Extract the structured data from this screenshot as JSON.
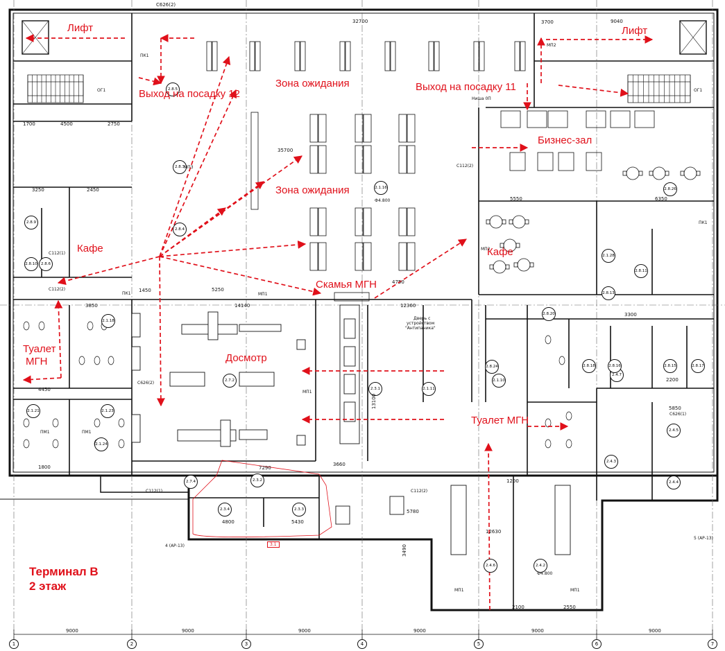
{
  "title": {
    "line1": "Терминал В",
    "line2": "2 этаж"
  },
  "labels": {
    "lift_left": "Лифт",
    "lift_right": "Лифт",
    "exit_12": "Выход на посадку 12",
    "exit_11": "Выход на посадку 11",
    "waiting_top": "Зона ожидания",
    "waiting_mid": "Зона ожидания",
    "business": "Бизнес-зал",
    "cafe_left": "Кафе",
    "cafe_right": "Кафе",
    "bench": "Скамья МГН",
    "toilet_left_l1": "Туалет",
    "toilet_left_l2": "МГН",
    "inspection": "Досмотр",
    "toilet_right": "Туалет МГН"
  },
  "dimensions": {
    "top_1": "С626(2)",
    "top_2": "32700",
    "top_3": "9040",
    "top_4": "3700",
    "d_4500": "4500",
    "d_2750": "2750",
    "d_1700": "1700",
    "d_35700": "35700",
    "d_3250": "3250",
    "d_2450": "2450",
    "d_5550": "5550",
    "d_6350": "6350",
    "d_4750": "4750",
    "d_5250": "5250",
    "d_14140": "14140",
    "d_12360": "12360",
    "d_3850": "3850",
    "d_4450": "4450",
    "d_1800": "1800",
    "d_7290": "7290",
    "d_4800": "4800",
    "d_5430": "5430",
    "d_12630": "12630",
    "d_2100": "2100",
    "d_2550": "2550",
    "d_1450": "1450",
    "d_1200": "1200",
    "d_3660": "3660",
    "d_5780": "5780",
    "d_3490": "3490",
    "d_13100": "13100",
    "d_5850": "5850",
    "d_2200": "2200",
    "d_3300": "3300"
  },
  "marks": {
    "mp1": "МП1",
    "mp2": "МП2",
    "mp3": "МП3",
    "pk1": "ПК1",
    "c112_1": "С112(1)",
    "c112_2": "С112(2)",
    "c626_1": "С626(1)",
    "c626_2": "С626(2)",
    "og1": "ОГ1",
    "pm1": "ПМ1",
    "hatch": "Ниша 0П",
    "antipanic_l1": "Дверь с",
    "antipanic_l2": "устройством",
    "antipanic_l3": "\"Антипаника\"",
    "f4800": "Ф4.800",
    "section_4": "4 (АР-13)",
    "section_5": "5 (АР-13)",
    "mark_31": "3.1"
  },
  "axes": {
    "columns": [
      "1",
      "2",
      "3",
      "4",
      "5",
      "6",
      "7"
    ],
    "spans": [
      "9000",
      "9000",
      "9000",
      "9000",
      "9000",
      "9000"
    ]
  },
  "rooms": [
    "2.1.16",
    "2.8.3",
    "2.8.4",
    "2.8.5",
    "2.8.6",
    "2.8.9",
    "2.8.10",
    "2.1.21",
    "2.1.23",
    "2.1.24",
    "2.7.2",
    "2.7.4",
    "2.3.1",
    "2.3.2",
    "2.3.3",
    "2.3.4",
    "2.1.11",
    "2.1.18",
    "2.4.2",
    "2.4.3",
    "2.4.4",
    "2.4.5",
    "2.4.7",
    "2.1.10",
    "2.8.26",
    "2.1.28",
    "2.8.11",
    "2.8.13",
    "2.8.15",
    "2.8.16",
    "2.8.17",
    "2.8.18",
    "2.8.20",
    "2.8.24",
    "2.4.6"
  ],
  "colors": {
    "accent": "#e0101a",
    "linework": "#111111",
    "background": "#ffffff"
  }
}
